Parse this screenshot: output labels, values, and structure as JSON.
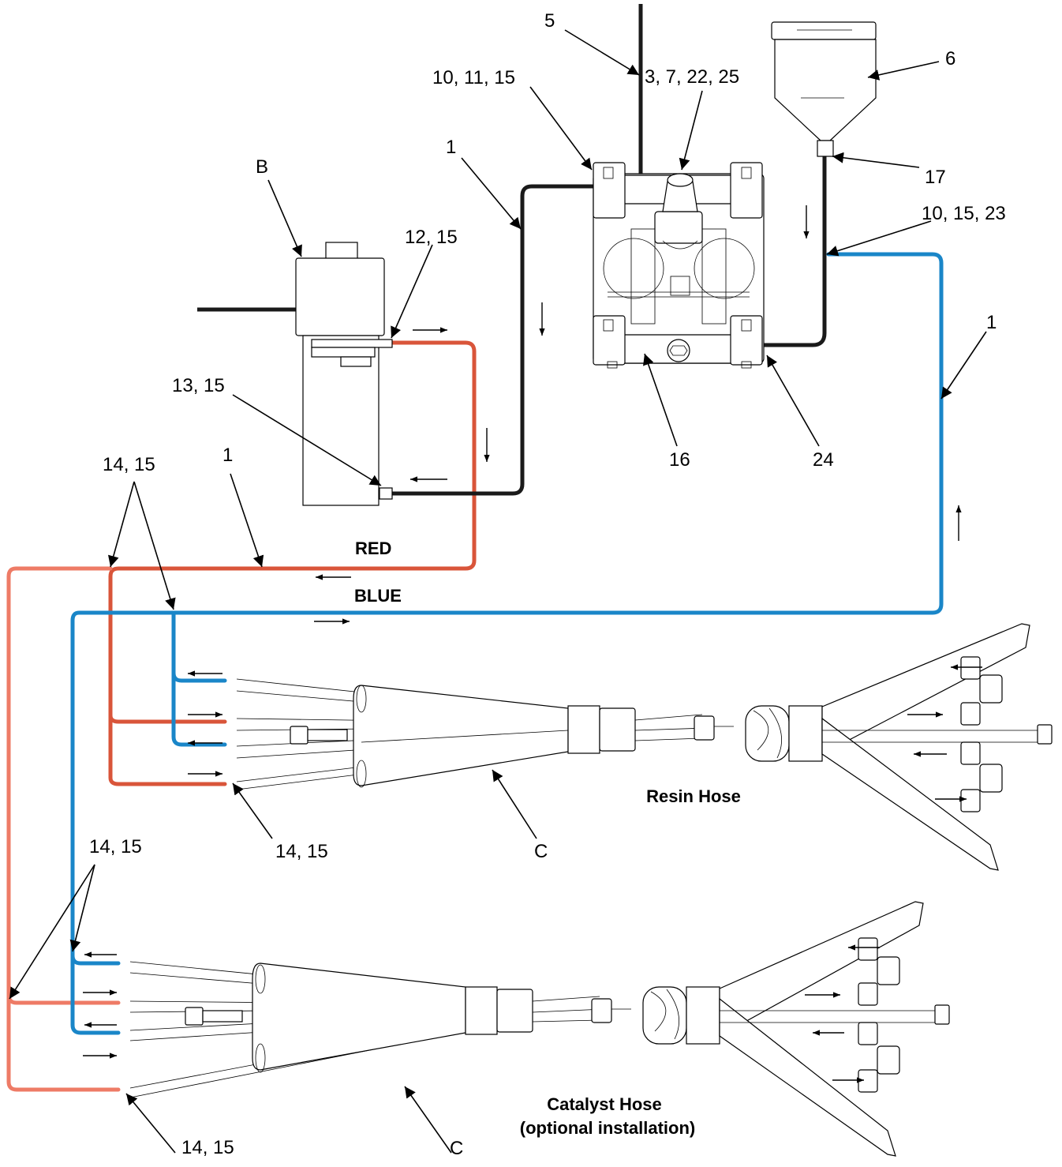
{
  "colors": {
    "red_line": "#d9553a",
    "salmon_line": "#ee7b66",
    "blue_line": "#1a86c8",
    "black_line": "#1a1a1a"
  },
  "labels": {
    "l5": "5",
    "l6": "6",
    "l10_11_15": "10, 11, 15",
    "l3_7_22_25": "3, 7, 22, 25",
    "l1_top": "1",
    "lB": "B",
    "l17": "17",
    "l10_15_23": "10, 15, 23",
    "l12_15": "12, 15",
    "l1_right": "1",
    "l13_15": "13, 15",
    "l16": "16",
    "l24": "24",
    "l14_15_a": "14, 15",
    "l1_mid": "1",
    "red": "RED",
    "blue": "BLUE",
    "l14_15_b": "14, 15",
    "lC_resin": "C",
    "resin_hose": "Resin Hose",
    "l14_15_c": "14, 15",
    "l14_15_d": "14, 15",
    "lC_catalyst": "C",
    "catalyst_hose_1": "Catalyst Hose",
    "catalyst_hose_2": "(optional installation)"
  }
}
